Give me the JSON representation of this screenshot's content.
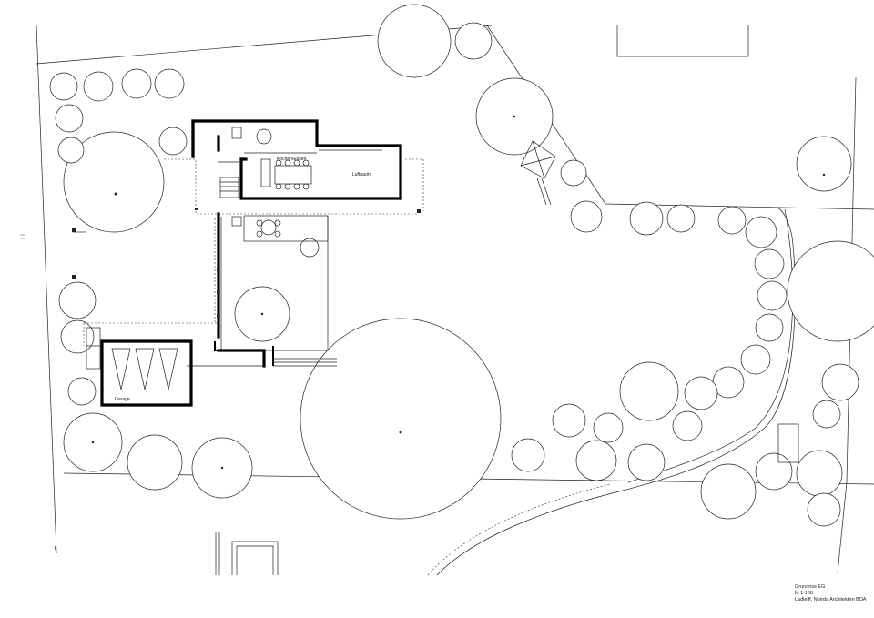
{
  "rooms": {
    "kitchen": "Kochen/Essen",
    "living": "Luftraum",
    "garage": "Garage"
  },
  "caption": {
    "line1": "Grundriss EG",
    "line2": "M 1:100",
    "line3": "Ladleiff, Noirda Architekten BDA"
  },
  "colors": {
    "line": "#222222",
    "wall": "#000000",
    "paper": "#ffffff"
  }
}
